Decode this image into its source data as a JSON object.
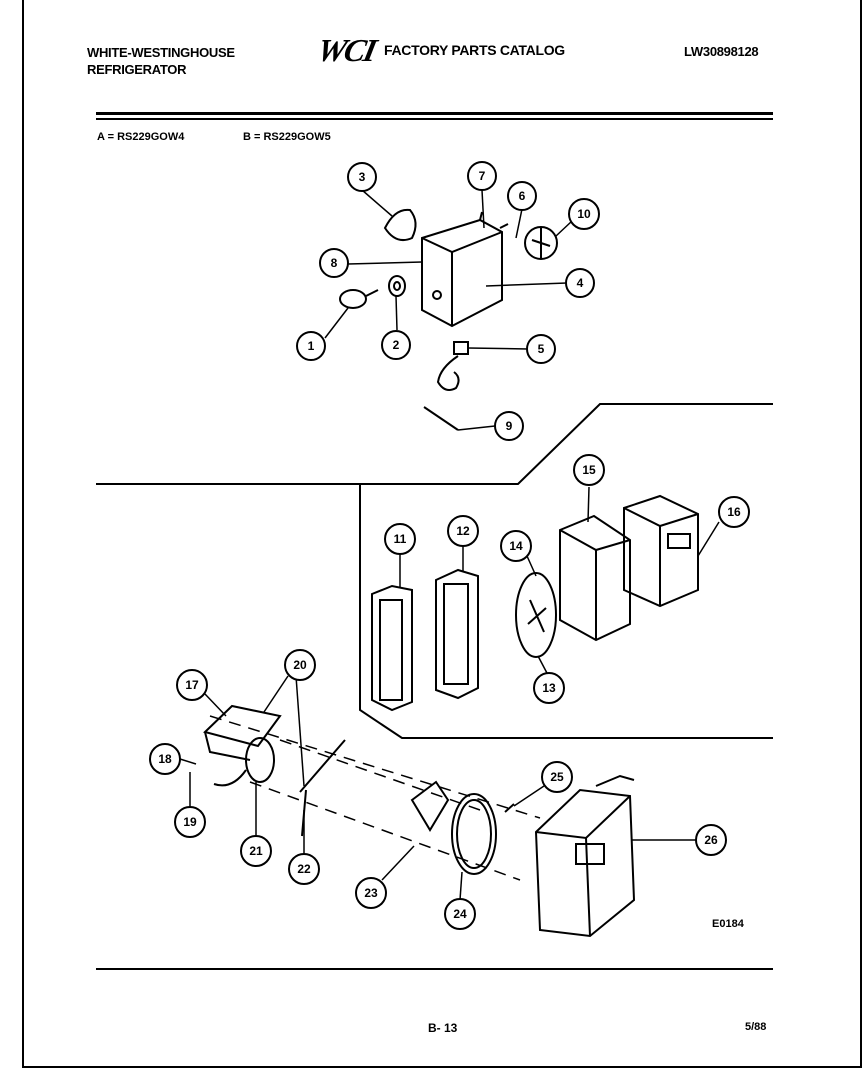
{
  "header": {
    "brand_line1": "WHITE-WESTINGHOUSE",
    "brand_line2": "REFRIGERATOR",
    "logo": "WCI",
    "catalog_title": "FACTORY PARTS CATALOG",
    "catalog_number": "LW30898128"
  },
  "models": {
    "a": "A = RS229GOW4",
    "b": "B = RS229GOW5"
  },
  "diagram_code": "E0184",
  "footer": {
    "page": "B- 13",
    "date": "5/88"
  },
  "callouts": [
    "1",
    "2",
    "3",
    "4",
    "5",
    "6",
    "7",
    "8",
    "9",
    "10",
    "11",
    "12",
    "13",
    "14",
    "15",
    "16",
    "17",
    "18",
    "19",
    "20",
    "21",
    "22",
    "23",
    "24",
    "25",
    "26"
  ]
}
